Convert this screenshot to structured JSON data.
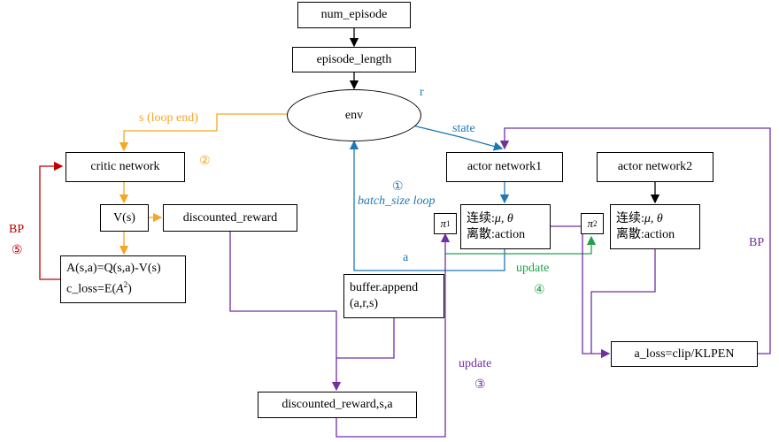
{
  "nodes": {
    "num_episode": "num_episode",
    "episode_length": "episode_length",
    "env": "env",
    "critic_network": "critic network",
    "vs": "V(s)",
    "discounted_reward": "discounted_reward",
    "advantage_line1": "A(s,a)=Q(s,a)-V(s)",
    "advantage_line2_prefix": "c_loss=E(",
    "advantage_line2_var": "A",
    "advantage_line2_exp": "2",
    "advantage_line2_suffix": ")",
    "buffer_line1": "buffer.append",
    "buffer_line2": "(a,r,s)",
    "discounted_reward_sa": "discounted_reward,s,a",
    "actor_network1": "actor network1",
    "actor_network2": "actor network2",
    "actor1_line1_prefix": "连续:",
    "actor1_line1_math": "μ, θ",
    "actor1_line2": "离散:action",
    "actor2_line1_prefix": "连续:",
    "actor2_line1_math": "μ, θ",
    "actor2_line2": "离散:action",
    "a_loss": "a_loss=clip/KLPEN",
    "pi1": "π",
    "pi1_sub": "1",
    "pi2": "π",
    "pi2_sub": "2"
  },
  "labels": {
    "r": "r",
    "s_loop_end": "s (loop end)",
    "circle2": "②",
    "state": "state",
    "circle1": "①",
    "batch_size_loop": "batch_size loop",
    "a": "a",
    "update_green": "update",
    "circle4": "④",
    "bp_left": "BP",
    "circle5": "⑤",
    "bp_right": "BP",
    "update_purple": "update",
    "circle3": "③"
  },
  "colors": {
    "orange": "#f5a623",
    "blue": "#1f78b4",
    "green": "#1fa34a",
    "purple": "#7030a0",
    "red": "#c00000",
    "black": "#000000"
  }
}
